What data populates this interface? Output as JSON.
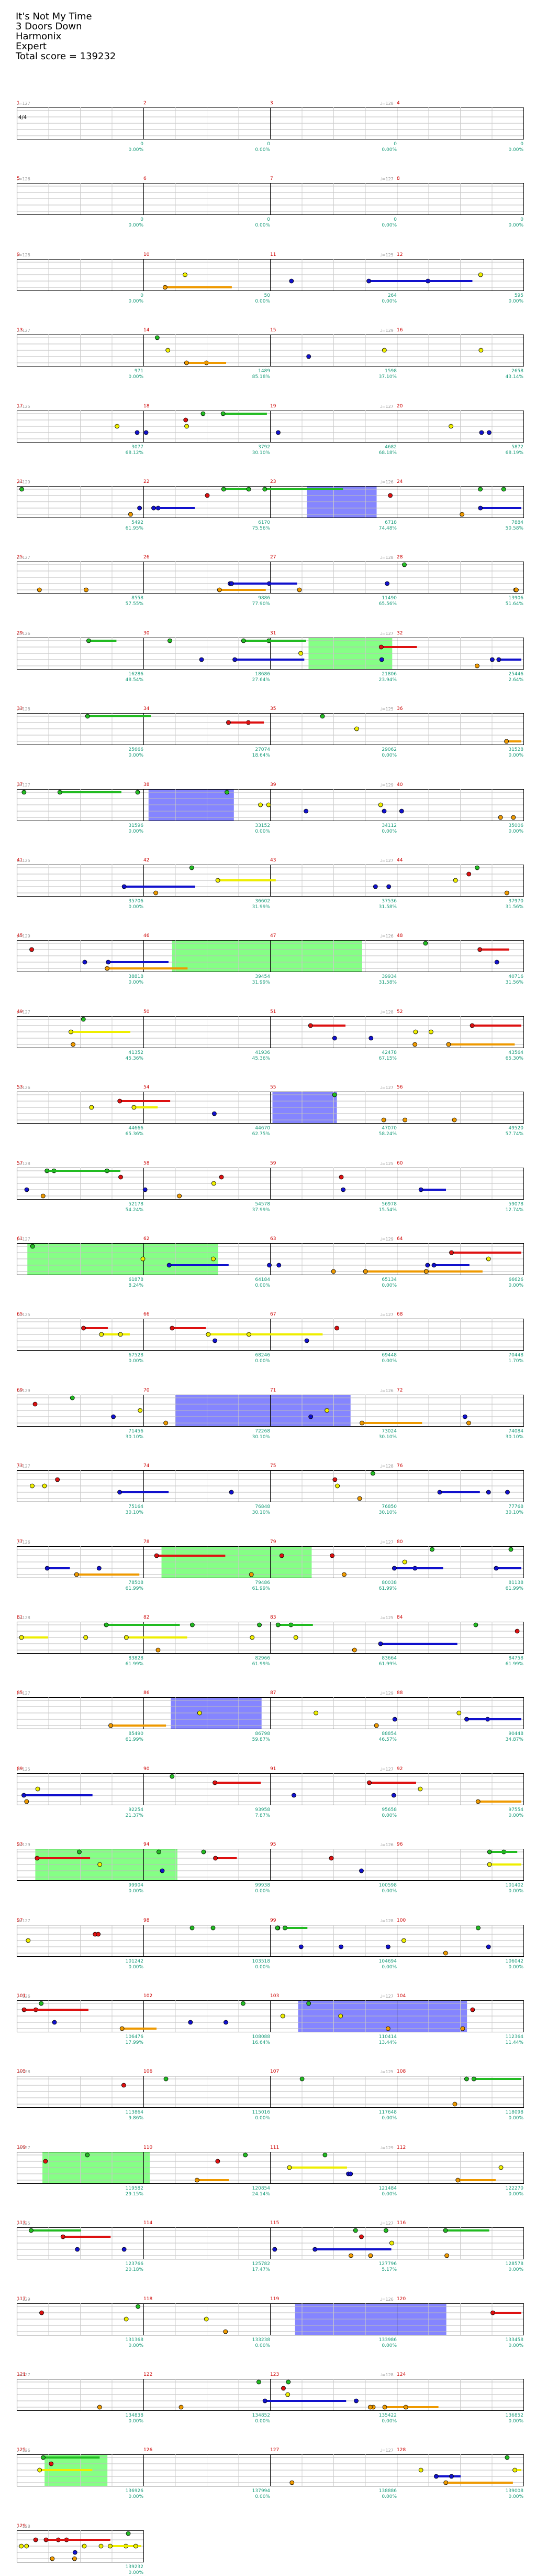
{
  "header": {
    "title": "It's Not My Time",
    "artist": "3 Doors Down",
    "charter": "Harmonix",
    "difficulty": "Expert",
    "total_score": "Total score = 139232"
  },
  "timesig": "4/4",
  "tempos": [
    "♩=127",
    "♩=126",
    "♩=128",
    "♩=127",
    "♩=125",
    "♩=129"
  ],
  "colors": {
    "green": "#22bb22",
    "red": "#dd1111",
    "yellow": "#eeee00",
    "blue": "#1111cc",
    "orange": "#ee9900",
    "sp_green": "#66ff66",
    "sp_blue": "#6666ff",
    "measure_num": "#cc0000",
    "score": "#1a9c7a"
  },
  "rows": [
    {
      "m": [
        1,
        2,
        3,
        4
      ],
      "scores": [
        [
          "0",
          "0.00%"
        ],
        [
          "0",
          "0.00%"
        ],
        [
          "0",
          "0.00%"
        ],
        [
          "0",
          "0.00%"
        ]
      ],
      "first": true
    },
    {
      "m": [
        5,
        6,
        7,
        8
      ],
      "scores": [
        [
          "0",
          "0.00%"
        ],
        [
          "0",
          "0.00%"
        ],
        [
          "0",
          "0.00%"
        ],
        [
          "0",
          "0.00%"
        ]
      ]
    },
    {
      "m": [
        9,
        10,
        11,
        12
      ],
      "scores": [
        [
          "0",
          "0.00%"
        ],
        [
          "50",
          "0.00%"
        ],
        [
          "264",
          "0.00%"
        ],
        [
          "595",
          "0.00%"
        ]
      ]
    },
    {
      "m": [
        13,
        14,
        15,
        16
      ],
      "scores": [
        [
          "971",
          "0.00%"
        ],
        [
          "1489",
          "85.18%"
        ],
        [
          "1598",
          "37.10%"
        ],
        [
          "2658",
          "43.14%"
        ]
      ]
    },
    {
      "m": [
        17,
        18,
        19,
        20
      ],
      "scores": [
        [
          "3077",
          "68.12%"
        ],
        [
          "3792",
          "30.10%"
        ],
        [
          "4682",
          "68.18%"
        ],
        [
          "5872",
          "68.19%"
        ]
      ]
    },
    {
      "m": [
        21,
        22,
        23,
        24
      ],
      "scores": [
        [
          "5492",
          "61.95%"
        ],
        [
          "6170",
          "75.56%"
        ],
        [
          "6718",
          "74.48%"
        ],
        [
          "7884",
          "50.58%"
        ]
      ]
    },
    {
      "m": [
        25,
        26,
        27,
        28
      ],
      "scores": [
        [
          "8558",
          "57.55%"
        ],
        [
          "9886",
          "77.90%"
        ],
        [
          "11490",
          "65.56%"
        ],
        [
          "13906",
          "51.64%"
        ]
      ]
    },
    {
      "m": [
        29,
        30,
        31,
        32
      ],
      "scores": [
        [
          "16286",
          "48.54%"
        ],
        [
          "18686",
          "27.64%"
        ],
        [
          "21806",
          "23.94%"
        ],
        [
          "25446",
          "2.64%"
        ]
      ]
    },
    {
      "m": [
        33,
        34,
        35,
        36
      ],
      "scores": [
        [
          "25666",
          "0.00%"
        ],
        [
          "27074",
          "18.64%"
        ],
        [
          "29062",
          "0.00%"
        ],
        [
          "31528",
          "0.00%"
        ]
      ]
    },
    {
      "m": [
        37,
        38,
        39,
        40
      ],
      "scores": [
        [
          "31596",
          "0.00%"
        ],
        [
          "33152",
          "0.00%"
        ],
        [
          "34112",
          "0.00%"
        ],
        [
          "35006",
          "0.00%"
        ]
      ]
    },
    {
      "m": [
        41,
        42,
        43,
        44
      ],
      "scores": [
        [
          "35706",
          "0.00%"
        ],
        [
          "36602",
          "31.99%"
        ],
        [
          "37536",
          "31.58%"
        ],
        [
          "37970",
          "31.56%"
        ]
      ]
    },
    {
      "m": [
        45,
        46,
        47,
        48
      ],
      "scores": [
        [
          "38818",
          "0.00%"
        ],
        [
          "39454",
          "31.99%"
        ],
        [
          "39934",
          "31.58%"
        ],
        [
          "40716",
          "31.56%"
        ]
      ]
    },
    {
      "m": [
        49,
        50,
        51,
        52
      ],
      "scores": [
        [
          "41352",
          "45.36%"
        ],
        [
          "41936",
          "45.36%"
        ],
        [
          "42478",
          "67.15%"
        ],
        [
          "43564",
          "65.30%"
        ]
      ]
    },
    {
      "m": [
        53,
        54,
        55,
        56
      ],
      "scores": [
        [
          "44666",
          "65.36%"
        ],
        [
          "44670",
          "62.75%"
        ],
        [
          "47070",
          "58.24%"
        ],
        [
          "49520",
          "57.74%"
        ]
      ]
    },
    {
      "m": [
        57,
        58,
        59,
        60
      ],
      "scores": [
        [
          "52178",
          "54.24%"
        ],
        [
          "54578",
          "37.99%"
        ],
        [
          "56978",
          "15.54%"
        ],
        [
          "59078",
          "12.74%"
        ]
      ]
    },
    {
      "m": [
        61,
        62,
        63,
        64
      ],
      "scores": [
        [
          "61878",
          "8.24%"
        ],
        [
          "64184",
          "0.00%"
        ],
        [
          "65134",
          "0.00%"
        ],
        [
          "66626",
          "0.00%"
        ]
      ]
    },
    {
      "m": [
        65,
        66,
        67,
        68
      ],
      "scores": [
        [
          "67528",
          "0.00%"
        ],
        [
          "68246",
          "0.00%"
        ],
        [
          "69448",
          "0.00%"
        ],
        [
          "70448",
          "1.70%"
        ]
      ]
    },
    {
      "m": [
        69,
        70,
        71,
        72
      ],
      "scores": [
        [
          "71456",
          "30.10%"
        ],
        [
          "72268",
          "30.10%"
        ],
        [
          "73024",
          "30.10%"
        ],
        [
          "74084",
          "30.10%"
        ]
      ]
    },
    {
      "m": [
        73,
        74,
        75,
        76
      ],
      "scores": [
        [
          "75164",
          "30.10%"
        ],
        [
          "76848",
          "30.10%"
        ],
        [
          "76850",
          "30.10%"
        ],
        [
          "77768",
          "30.10%"
        ]
      ]
    },
    {
      "m": [
        77,
        78,
        79,
        80
      ],
      "scores": [
        [
          "78508",
          "61.99%"
        ],
        [
          "79486",
          "61.99%"
        ],
        [
          "80038",
          "61.99%"
        ],
        [
          "81138",
          "61.99%"
        ]
      ]
    },
    {
      "m": [
        81,
        82,
        83,
        84
      ],
      "scores": [
        [
          "83828",
          "61.99%"
        ],
        [
          "82966",
          "61.99%"
        ],
        [
          "83664",
          "61.99%"
        ],
        [
          "84758",
          "61.99%"
        ]
      ]
    },
    {
      "m": [
        85,
        86,
        87,
        88
      ],
      "scores": [
        [
          "85490",
          "61.99%"
        ],
        [
          "86798",
          "59.87%"
        ],
        [
          "88854",
          "46.57%"
        ],
        [
          "90448",
          "34.87%"
        ]
      ]
    },
    {
      "m": [
        89,
        90,
        91,
        92
      ],
      "scores": [
        [
          "92254",
          "21.37%"
        ],
        [
          "93958",
          "7.87%"
        ],
        [
          "95658",
          "0.00%"
        ],
        [
          "97554",
          "0.00%"
        ]
      ]
    },
    {
      "m": [
        93,
        94,
        95,
        96
      ],
      "scores": [
        [
          "99904",
          "0.00%"
        ],
        [
          "99938",
          "0.00%"
        ],
        [
          "100598",
          "0.00%"
        ],
        [
          "101402",
          "0.00%"
        ]
      ]
    },
    {
      "m": [
        97,
        98,
        99,
        100
      ],
      "scores": [
        [
          "101242",
          "0.00%"
        ],
        [
          "103518",
          "0.00%"
        ],
        [
          "104694",
          "0.00%"
        ],
        [
          "106042",
          "0.00%"
        ]
      ]
    },
    {
      "m": [
        101,
        102,
        103,
        104
      ],
      "scores": [
        [
          "106476",
          "17.99%"
        ],
        [
          "108088",
          "16.64%"
        ],
        [
          "110414",
          "13.44%"
        ],
        [
          "112364",
          "11.44%"
        ]
      ]
    },
    {
      "m": [
        105,
        106,
        107,
        108
      ],
      "scores": [
        [
          "113864",
          "9.86%"
        ],
        [
          "115016",
          "0.00%"
        ],
        [
          "117648",
          "0.00%"
        ],
        [
          "118098",
          "0.00%"
        ]
      ]
    },
    {
      "m": [
        109,
        110,
        111,
        112
      ],
      "scores": [
        [
          "119582",
          "29.15%"
        ],
        [
          "120854",
          "24.14%"
        ],
        [
          "121484",
          "0.00%"
        ],
        [
          "122270",
          "0.00%"
        ]
      ]
    },
    {
      "m": [
        113,
        114,
        115,
        116
      ],
      "scores": [
        [
          "123766",
          "20.18%"
        ],
        [
          "125782",
          "17.47%"
        ],
        [
          "127796",
          "5.17%"
        ],
        [
          "128578",
          "0.00%"
        ]
      ]
    },
    {
      "m": [
        117,
        118,
        119,
        120
      ],
      "scores": [
        [
          "131368",
          "0.00%"
        ],
        [
          "133238",
          "0.00%"
        ],
        [
          "133986",
          "0.00%"
        ],
        [
          "133458",
          "0.00%"
        ]
      ]
    },
    {
      "m": [
        121,
        122,
        123,
        124
      ],
      "scores": [
        [
          "134838",
          "0.00%"
        ],
        [
          "134852",
          "0.00%"
        ],
        [
          "135422",
          "0.00%"
        ],
        [
          "136852",
          "0.00%"
        ]
      ]
    },
    {
      "m": [
        125,
        126,
        127,
        128
      ],
      "scores": [
        [
          "136926",
          "0.00%"
        ],
        [
          "137994",
          "0.00%"
        ],
        [
          "138886",
          "0.00%"
        ],
        [
          "139008",
          "0.00%"
        ]
      ]
    },
    {
      "m": [
        129
      ],
      "scores": [
        [
          "139232",
          "0.00%"
        ]
      ]
    }
  ]
}
